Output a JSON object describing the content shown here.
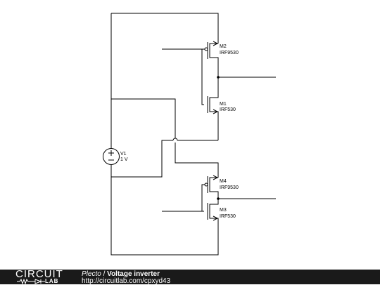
{
  "components": {
    "m2": {
      "ref": "M2",
      "part": "IRF9530"
    },
    "m1": {
      "ref": "M1",
      "part": "IRF530"
    },
    "m4": {
      "ref": "M4",
      "part": "IRF9530"
    },
    "m3": {
      "ref": "M3",
      "part": "IRF530"
    },
    "v1": {
      "ref": "V1",
      "value": "1 V"
    }
  },
  "footer": {
    "logo_top": "CIRCUIT",
    "logo_bottom": "LAB",
    "author": "Plecto",
    "separator": " / ",
    "project": "Voltage inverter",
    "url": "http://circuitlab.com/cpxyd43"
  }
}
